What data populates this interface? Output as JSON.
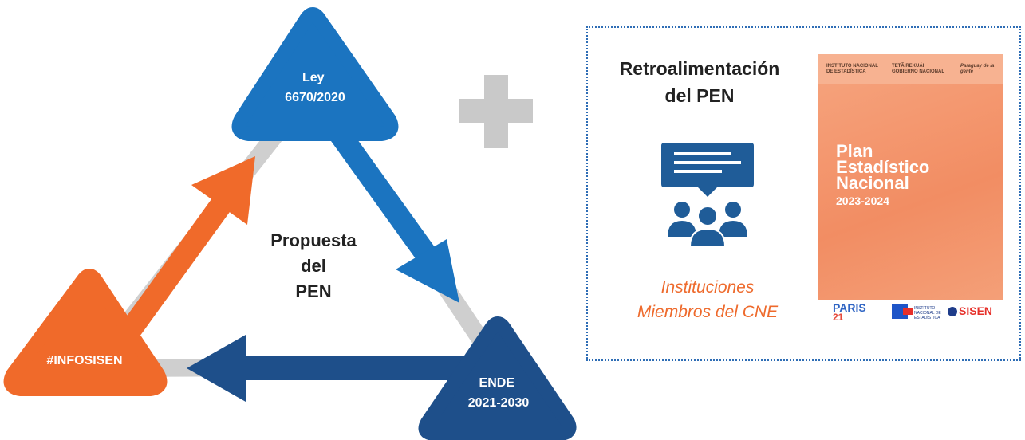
{
  "diagram": {
    "nodes": {
      "ley": [
        "Ley",
        "6670/2020"
      ],
      "infosisen": [
        "#INFOSISEN"
      ],
      "ende": [
        "ENDE",
        "2021-2030"
      ]
    },
    "center_lines": [
      "Propuesta",
      "del",
      "PEN"
    ],
    "colors": {
      "blue": "#1b74c0",
      "dark_blue": "#1e4f8a",
      "orange": "#f06a2a",
      "gray": "#cfcfcf"
    }
  },
  "panel": {
    "title_lines": [
      "Retroalimentación",
      "del PEN"
    ],
    "institutions_lines": [
      "Instituciones",
      "Miembros del CNE"
    ],
    "icon": "chat-feedback-people-icon",
    "cover": {
      "logos": [
        "INSTITUTO NACIONAL DE ESTADÍSTICA",
        "TETÃ REKUÁI GOBIERNO NACIONAL",
        "Paraguay de la gente"
      ],
      "title_lines": [
        "Plan",
        "Estadístico",
        "Nacional"
      ],
      "years": "2023-2024",
      "footer": [
        "PARIS",
        "21",
        "INSTITUTO NACIONAL DE ESTADÍSTICA",
        "SISEN"
      ]
    }
  }
}
